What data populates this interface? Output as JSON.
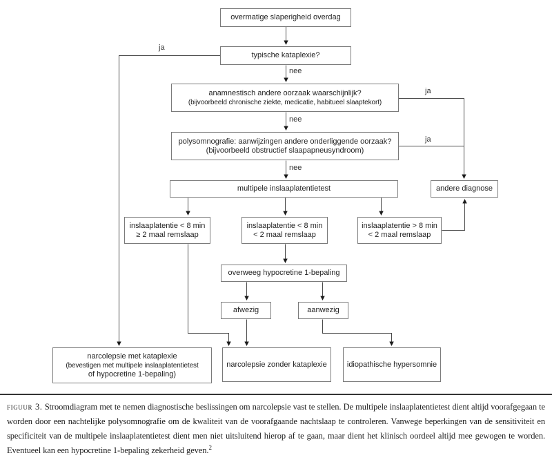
{
  "diagram": {
    "nodes": {
      "start": [
        "overmatige slaperigheid overdag"
      ],
      "cataplexy": [
        "typische kataplexie?"
      ],
      "anamnesis": [
        "anamnestisch andere oorzaak waarschijnlijk?",
        "(bijvoorbeeld chronische ziekte, medicatie, habitueel slaaptekort)"
      ],
      "psg": [
        "polysomnografie: aanwijzingen andere onderliggende oorzaak?",
        "(bijvoorbeeld obstructief slaapapneusyndroom)"
      ],
      "mslt": [
        "multipele inslaaplatentietest"
      ],
      "other_diagnosis": [
        "andere diagnose"
      ],
      "result_left": [
        "inslaaplatentie < 8 min",
        "≥ 2 maal remslaap"
      ],
      "result_mid": [
        "inslaaplatentie < 8 min",
        "< 2 maal remslaap"
      ],
      "result_right": [
        "inslaaplatentie > 8 min",
        "< 2 maal remslaap"
      ],
      "hypocretin": [
        "overweeg hypocretine 1-bepaling"
      ],
      "absent": [
        "afwezig"
      ],
      "present": [
        "aanwezig"
      ],
      "narcolepsy_with_cataplexy": [
        "narcolepsie met kataplexie",
        "(bevestigen met multipele inslaaplatentietest",
        "of hypocretine 1-bepaling)"
      ],
      "narcolepsy_without_cataplexy": [
        "narcolepsie zonder kataplexie"
      ],
      "idiopathic_hypersomnia": [
        "idiopathische hypersomnie"
      ]
    },
    "edge_labels": {
      "cataplexy_yes": "ja",
      "cataplexy_no": "nee",
      "anamnesis_yes": "ja",
      "anamnesis_no": "nee",
      "psg_yes": "ja",
      "psg_no": "nee"
    }
  },
  "caption": {
    "label": "figuur 3.",
    "text": "Stroomdiagram met te nemen diagnostische beslissingen om narcolepsie vast te stellen. De multipele inslaaplatentietest dient altijd voorafgegaan te worden door een nachtelijke polysomnografie om de kwaliteit van de voorafgaande nachtslaap te controleren. Vanwege beperkingen van de sensitiviteit en specificiteit van de multipele inslaaplatentietest dient men niet uitsluitend hierop af te gaan, maar dient het klinisch oordeel altijd mee gewogen te worden. Eventueel kan een hypocretine 1-bepaling zekerheid geven.",
    "reference_mark": "2"
  },
  "colors": {
    "background": "#ffffff",
    "box_border": "#7a7a7a",
    "connector_line": "#4a4a4a",
    "arrowhead": "#1c1c1c",
    "text": "#232323"
  }
}
